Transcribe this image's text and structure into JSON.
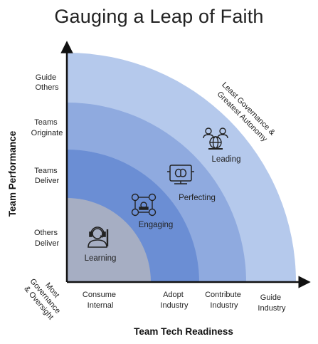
{
  "title": "Gauging a Leap of Faith",
  "x_axis": {
    "title": "Team Tech Readiness",
    "ticks": [
      [
        "Consume",
        "Internal"
      ],
      [
        "Adopt",
        "Industry"
      ],
      [
        "Contribute",
        "Industry"
      ],
      [
        "Guide",
        "Industry"
      ]
    ]
  },
  "y_axis": {
    "title": "Team Performance",
    "ticks": [
      [
        "Others",
        "Deliver"
      ],
      [
        "Teams",
        "Deliver"
      ],
      [
        "Teams",
        "Originate"
      ],
      [
        "Guide",
        "Others"
      ]
    ]
  },
  "zones": [
    {
      "label": "Learning",
      "icon": "learner-headset-icon",
      "color": "#a6aec3"
    },
    {
      "label": "Engaging",
      "icon": "team-network-icon",
      "color": "#6b8ed4"
    },
    {
      "label": "Perfecting",
      "icon": "brain-gear-icon",
      "color": "#8faadf"
    },
    {
      "label": "Leading",
      "icon": "leaders-globe-icon",
      "color": "#b5c9ec"
    }
  ],
  "corner_labels": {
    "outer": [
      "Least Governance &",
      "Greatest Autonomy"
    ],
    "origin": [
      "Most",
      "Governance",
      "& Oversight"
    ]
  }
}
